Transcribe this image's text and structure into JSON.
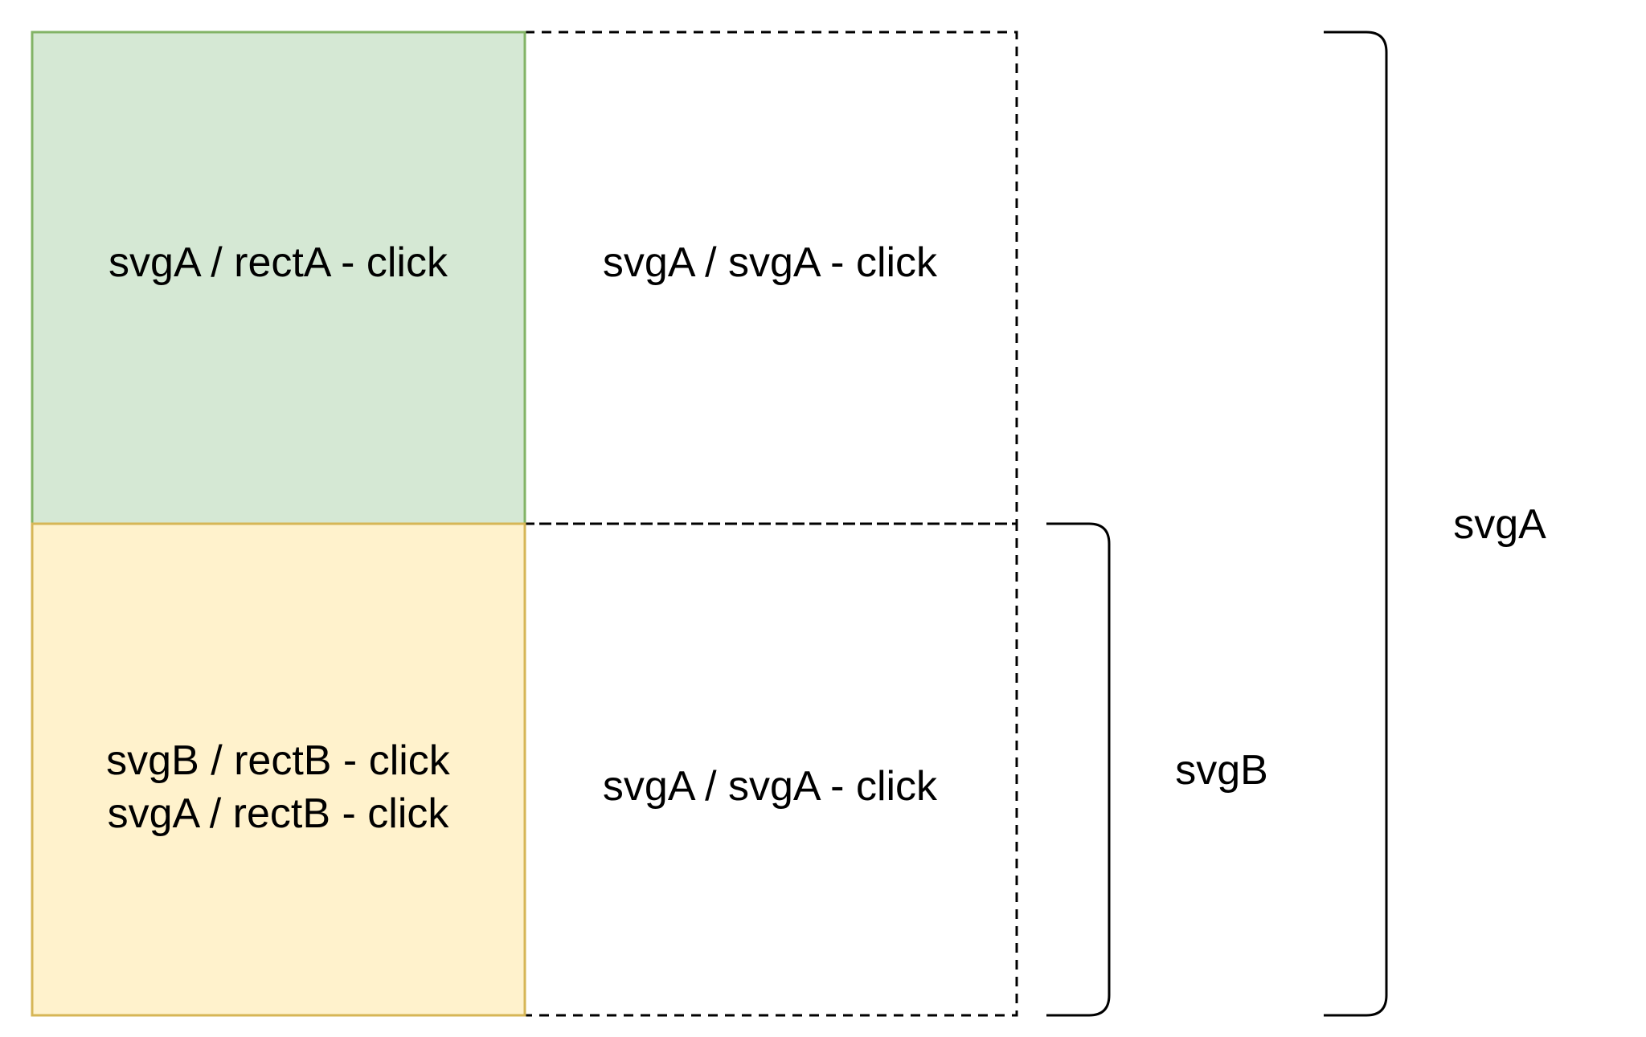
{
  "colors": {
    "rectA_fill": "#d5e8d4",
    "rectA_stroke": "#82b366",
    "rectB_fill": "#fff2cc",
    "rectB_stroke": "#d6b656",
    "line": "#000000",
    "background": "#ffffff"
  },
  "cells": {
    "rectA": {
      "lines": [
        "svgA / rectA - click"
      ]
    },
    "svgA_top": {
      "lines": [
        "svgA / svgA - click"
      ]
    },
    "rectB": {
      "lines": [
        "svgB / rectB - click",
        "svgA / rectB - click"
      ]
    },
    "svgA_bottom": {
      "lines": [
        "svgA / svgA - click"
      ]
    }
  },
  "braces": {
    "svgB": {
      "label": "svgB"
    },
    "svgA": {
      "label": "svgA"
    }
  }
}
